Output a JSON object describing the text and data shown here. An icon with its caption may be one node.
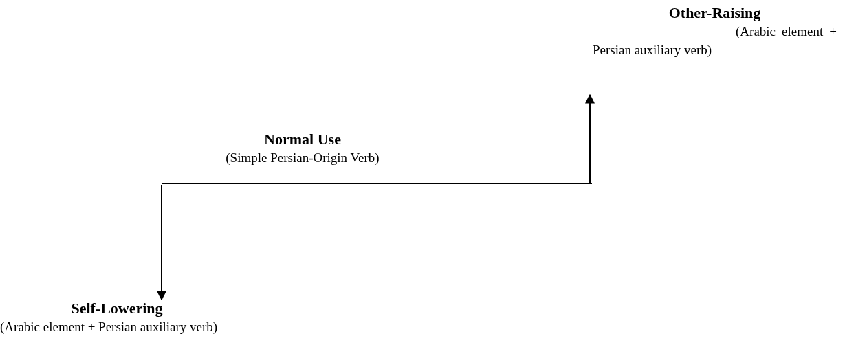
{
  "diagram": {
    "nodes": [
      {
        "text": [
          "Normal Use",
          "(Simple Persian-Origin Verb)"
        ]
      },
      {
        "text": [
          "Other-Raising",
          "(Arabic element + Persian auxiliary verb)"
        ]
      },
      {
        "text": [
          "Self-Lowering",
          "(Arabic element + Persian auxiliary verb)"
        ]
      }
    ],
    "edges": [
      {
        "from": 0,
        "to": 1,
        "arrow": "to"
      },
      {
        "from": 0,
        "to": 2,
        "arrow": "to"
      }
    ]
  }
}
